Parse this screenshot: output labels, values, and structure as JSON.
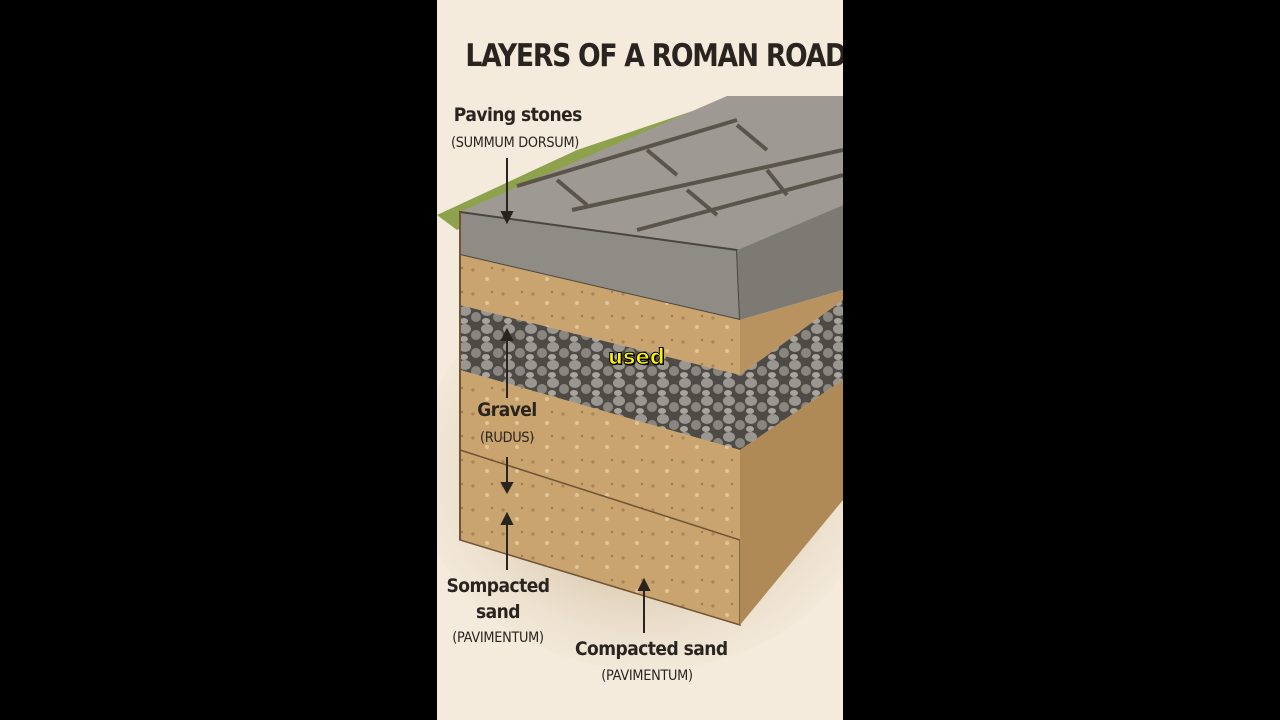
{
  "title": "LAYERS OF A ROMAN ROAD",
  "labels": {
    "paving": {
      "name": "Paving stones",
      "latin": "(SUMMUM DORSUM)"
    },
    "gravel": {
      "name": "Gravel",
      "latin": "(RUDUS)"
    },
    "sand_left": {
      "name_line1": "Sompacted",
      "name_line2": "sand",
      "latin": "(PAVIMENTUM)"
    },
    "sand_bottom": {
      "name": "Compacted sand",
      "latin": "(PAVIMENTUM)"
    }
  },
  "caption": "used",
  "colors": {
    "background": "#f4ebdc",
    "stone": "#8f8c86",
    "sand": "#c9a46e",
    "gravel": "#6d6a64",
    "caption": "#fff200"
  }
}
